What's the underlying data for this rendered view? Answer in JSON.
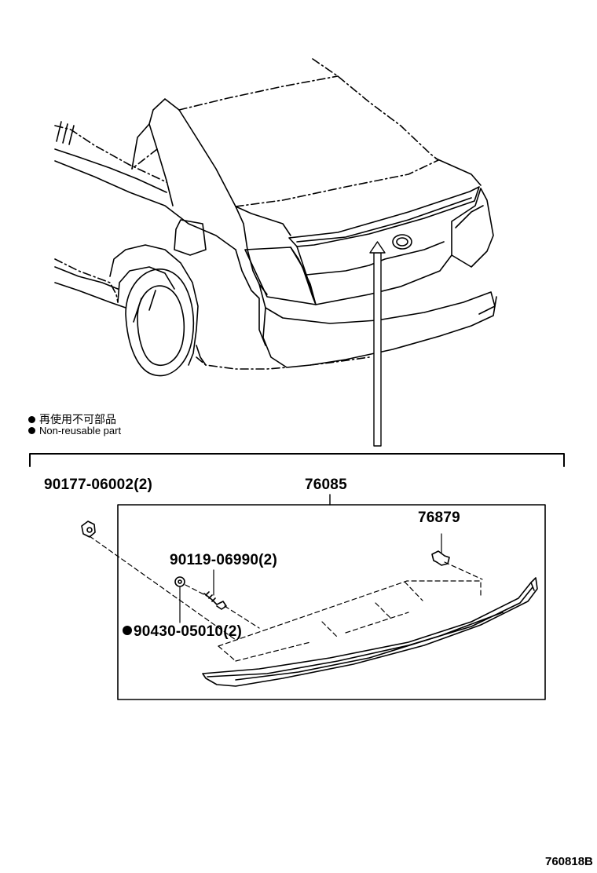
{
  "legend": {
    "zh": "再使用不可部品",
    "en": "Non-reusable part"
  },
  "parts": {
    "clip_90177": "90177-06002(2)",
    "spoiler_76085": "76085",
    "stopper_76879": "76879",
    "screw_90119": "90119-06990(2)",
    "washer_90430": "90430-05010(2)"
  },
  "illustration_code": "760818B"
}
